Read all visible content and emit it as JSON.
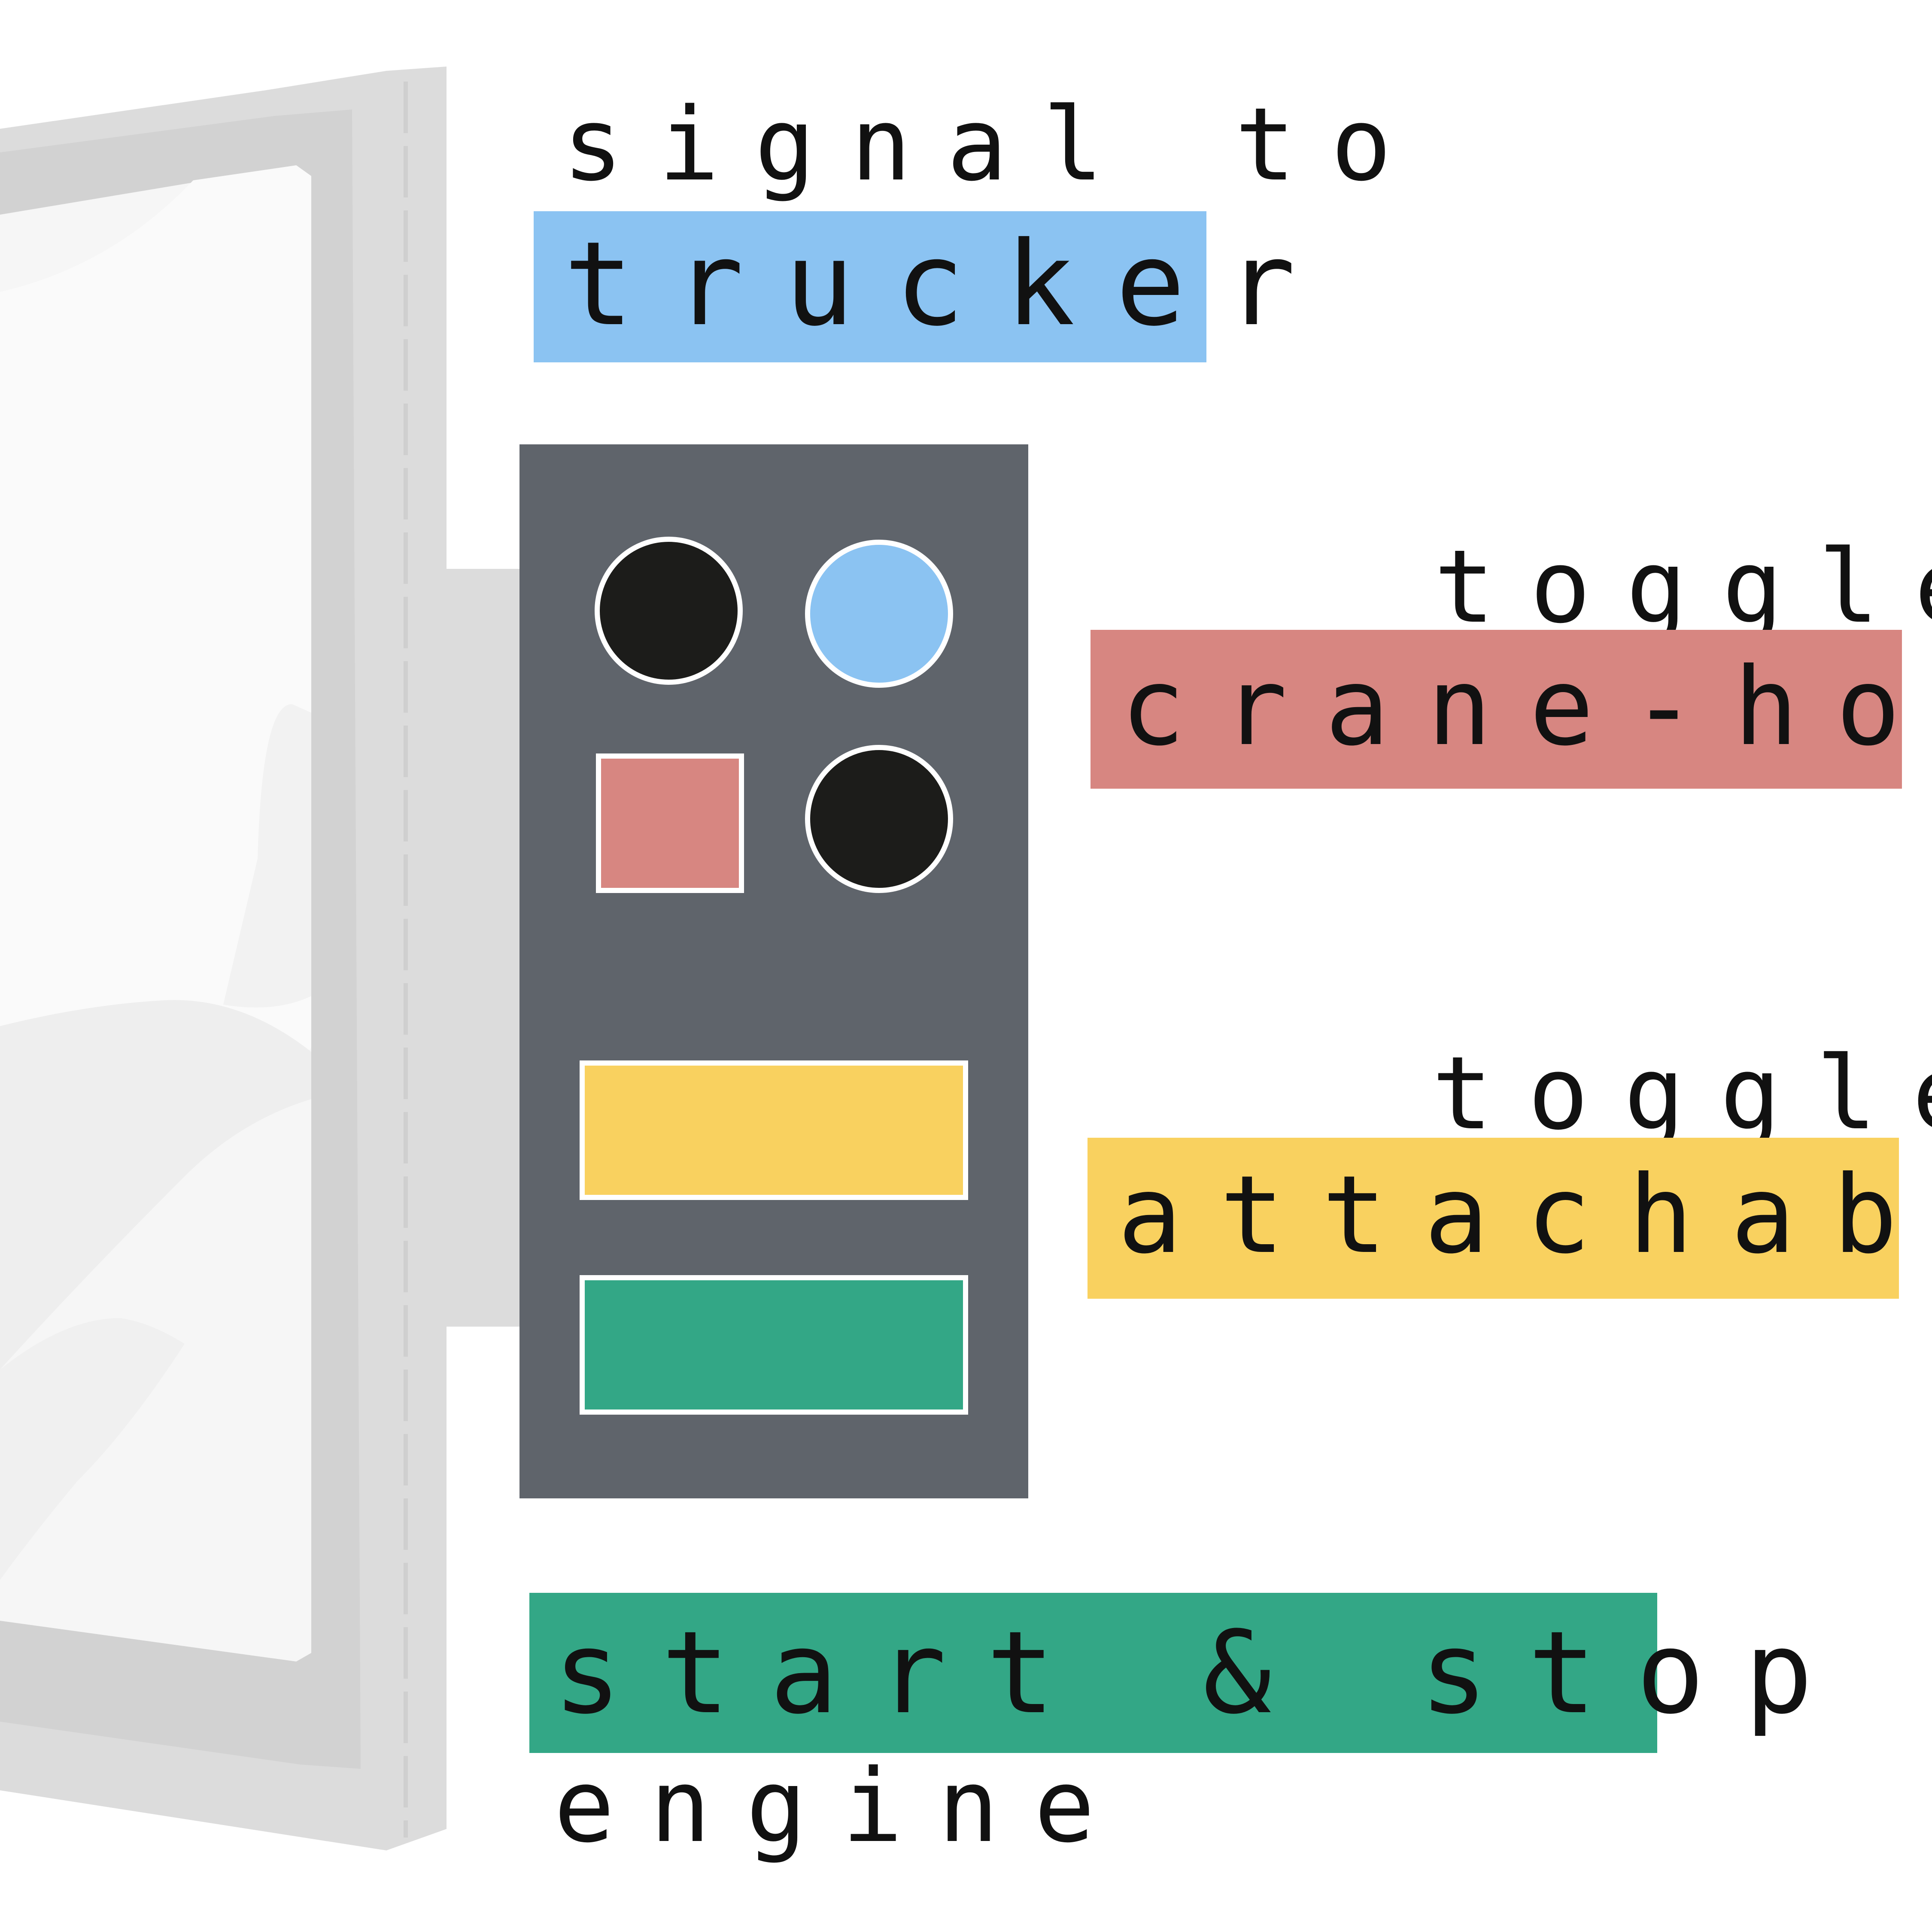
{
  "labels": {
    "signal": {
      "line1": "signal to",
      "line2": "trucker"
    },
    "crane": {
      "line1": "toggle",
      "line2": "crane-hook"
    },
    "attach": {
      "line1": "toggle",
      "line2": "attachable"
    },
    "engine": {
      "line1": "start & stop",
      "line2": "engine"
    }
  },
  "colors": {
    "blue": "#8bc3f2",
    "red": "#d78681",
    "yellow": "#f9d15f",
    "green": "#33a786",
    "black_button": "#1c1c1a",
    "panel": "#5f646b",
    "frame": "#d9d9d9"
  },
  "controls": [
    {
      "id": "button-black-top",
      "shape": "circle",
      "color": "black_button"
    },
    {
      "id": "button-blue",
      "shape": "circle",
      "color": "blue"
    },
    {
      "id": "button-red-square",
      "shape": "square",
      "color": "red"
    },
    {
      "id": "button-black-bottom",
      "shape": "circle",
      "color": "black_button"
    },
    {
      "id": "switch-yellow",
      "shape": "rect",
      "color": "yellow"
    },
    {
      "id": "switch-green",
      "shape": "rect",
      "color": "green"
    }
  ]
}
